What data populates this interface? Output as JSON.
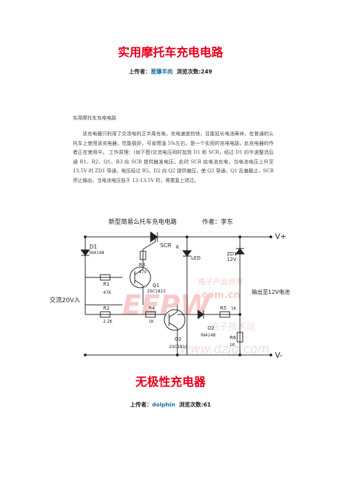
{
  "article1": {
    "title": "实用摩托车充电电路",
    "uploader_label": "上传者：",
    "uploader": "葱爆羊肉",
    "views_label": "浏览次数:",
    "views": "249",
    "subtitle": "实用摩托车充电电路",
    "body": "该充电器只利用了交流电的正半周充电，充电速度较快，且能延长电池寿命，在普通的么托车上使用该充电器，性能极好，可省燃油 5%左右，是一个实用的充电电路，此充电器的作者正在使用中。 工作原理：(如下图)交流电压同时加到 D1 和 SCR，经过 D1 的半波整流后通 R1、R2、Q1、R3 向 SCR 提供触发电压，此时 SCR 给电池充电，当电池电压上升至 13.5V 时 ZD1 导通，电压经过 R5、D2 向 Q2 提供偏压，使 Q2 导通，Q1 反偏截止，SCR 停止输出，当电池电压低于 13-13.5V 时，将重复上述过。"
  },
  "diagram": {
    "heading": "新型简易么托车充电电路",
    "author": "作者：李东",
    "labels": {
      "vplus": "V+",
      "vminus": "V-",
      "d1": "D1",
      "d1_part": "IN4148",
      "scr": "SCR",
      "k": "K",
      "led": "LED",
      "zd1": "ZD1",
      "zd1_val": "12V",
      "r3": "R3",
      "r3_val": "470",
      "r1": "R1",
      "r1_val": "47K",
      "q1": "Q1",
      "q1_part": "2SC1815",
      "r2": "R2",
      "r2_val": "2.2K",
      "r4": "R4",
      "r4_val": "1K",
      "q2": "Q2",
      "q2_part": "2SC1815",
      "r5": "R5",
      "r5_val": "1K",
      "d2": "D2",
      "d2_part": "IN4148",
      "r6": "R6",
      "r6_val": "1K",
      "input": "交流20V入",
      "output": "输出至12V电池"
    },
    "watermarks": {
      "eepw": "EEPW",
      "eepw_cn": "电子产品世界",
      "eepw_url": ".com.cn",
      "site_cn": "电子技术站",
      "site_url": "www.dzjg.com"
    }
  },
  "article2": {
    "title": "无极性充电器",
    "uploader_label": "上传者：",
    "uploader": "dolphin",
    "views_label": "浏览次数:",
    "views": "61"
  }
}
